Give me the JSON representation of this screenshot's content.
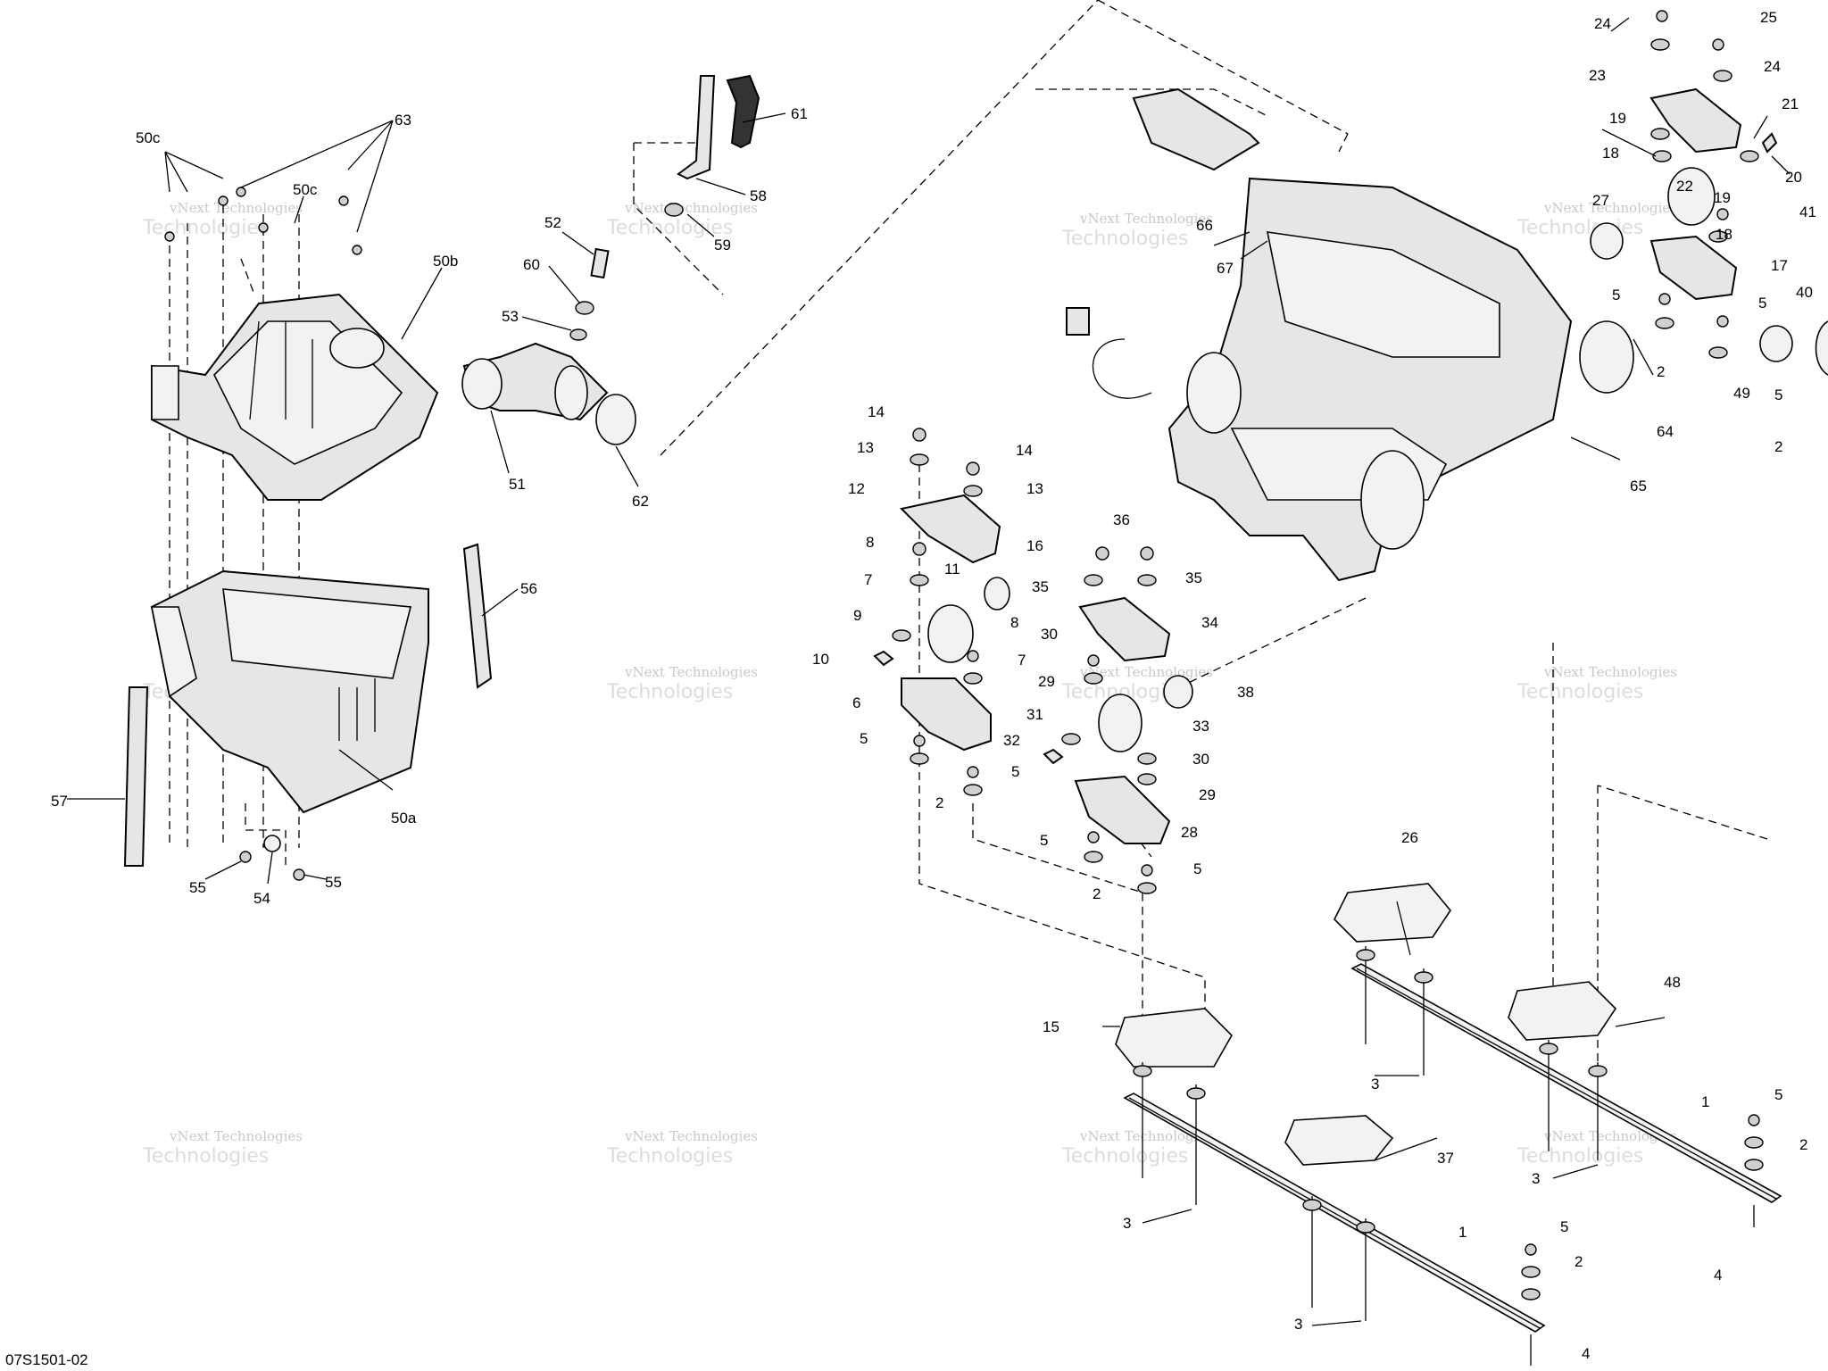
{
  "document_id": "07S1501-02",
  "watermark": {
    "line1": "vNext Technologies",
    "line2": "Technologies"
  },
  "callouts": [
    {
      "id": "50c_a",
      "text": "50c"
    },
    {
      "id": "63",
      "text": "63"
    },
    {
      "id": "50c_b",
      "text": "50c"
    },
    {
      "id": "50b",
      "text": "50b"
    },
    {
      "id": "61",
      "text": "61"
    },
    {
      "id": "58",
      "text": "58"
    },
    {
      "id": "59",
      "text": "59"
    },
    {
      "id": "52",
      "text": "52"
    },
    {
      "id": "60",
      "text": "60"
    },
    {
      "id": "53",
      "text": "53"
    },
    {
      "id": "51",
      "text": "51"
    },
    {
      "id": "62",
      "text": "62"
    },
    {
      "id": "56",
      "text": "56"
    },
    {
      "id": "57",
      "text": "57"
    },
    {
      "id": "50a",
      "text": "50a"
    },
    {
      "id": "55_a",
      "text": "55"
    },
    {
      "id": "54",
      "text": "54"
    },
    {
      "id": "55_b",
      "text": "55"
    },
    {
      "id": "14_a",
      "text": "14"
    },
    {
      "id": "13_a",
      "text": "13"
    },
    {
      "id": "14_b",
      "text": "14"
    },
    {
      "id": "13_b",
      "text": "13"
    },
    {
      "id": "12",
      "text": "12"
    },
    {
      "id": "16",
      "text": "16"
    },
    {
      "id": "8_a",
      "text": "8"
    },
    {
      "id": "11",
      "text": "11"
    },
    {
      "id": "7_a",
      "text": "7"
    },
    {
      "id": "9",
      "text": "9"
    },
    {
      "id": "8_b",
      "text": "8"
    },
    {
      "id": "10",
      "text": "10"
    },
    {
      "id": "7_b",
      "text": "7"
    },
    {
      "id": "6",
      "text": "6"
    },
    {
      "id": "5_a",
      "text": "5"
    },
    {
      "id": "5_b",
      "text": "5"
    },
    {
      "id": "2_a",
      "text": "2"
    },
    {
      "id": "36",
      "text": "36"
    },
    {
      "id": "35_a",
      "text": "35"
    },
    {
      "id": "35_b",
      "text": "35"
    },
    {
      "id": "34",
      "text": "34"
    },
    {
      "id": "30_a",
      "text": "30"
    },
    {
      "id": "29_a",
      "text": "29"
    },
    {
      "id": "38",
      "text": "38"
    },
    {
      "id": "31",
      "text": "31"
    },
    {
      "id": "33",
      "text": "33"
    },
    {
      "id": "32",
      "text": "32"
    },
    {
      "id": "30_b",
      "text": "30"
    },
    {
      "id": "29_b",
      "text": "29"
    },
    {
      "id": "28",
      "text": "28"
    },
    {
      "id": "5_c",
      "text": "5"
    },
    {
      "id": "5_d",
      "text": "5"
    },
    {
      "id": "2_b",
      "text": "2"
    },
    {
      "id": "66",
      "text": "66"
    },
    {
      "id": "67",
      "text": "67"
    },
    {
      "id": "64",
      "text": "64"
    },
    {
      "id": "65",
      "text": "65"
    },
    {
      "id": "25",
      "text": "25"
    },
    {
      "id": "24_a",
      "text": "24"
    },
    {
      "id": "24_b",
      "text": "24"
    },
    {
      "id": "23",
      "text": "23"
    },
    {
      "id": "21",
      "text": "21"
    },
    {
      "id": "19_a",
      "text": "19"
    },
    {
      "id": "18_a",
      "text": "18"
    },
    {
      "id": "20",
      "text": "20"
    },
    {
      "id": "22",
      "text": "22"
    },
    {
      "id": "27",
      "text": "27"
    },
    {
      "id": "19_b",
      "text": "19"
    },
    {
      "id": "41",
      "text": "41"
    },
    {
      "id": "18_b",
      "text": "18"
    },
    {
      "id": "17",
      "text": "17"
    },
    {
      "id": "5_e",
      "text": "5"
    },
    {
      "id": "5_f",
      "text": "5"
    },
    {
      "id": "40",
      "text": "40"
    },
    {
      "id": "2_c",
      "text": "2"
    },
    {
      "id": "49",
      "text": "49"
    },
    {
      "id": "5_g",
      "text": "5"
    },
    {
      "id": "2_d",
      "text": "2"
    },
    {
      "id": "26",
      "text": "26"
    },
    {
      "id": "48",
      "text": "48"
    },
    {
      "id": "15",
      "text": "15"
    },
    {
      "id": "3_a",
      "text": "3"
    },
    {
      "id": "1_a",
      "text": "1"
    },
    {
      "id": "5_h",
      "text": "5"
    },
    {
      "id": "2_e",
      "text": "2"
    },
    {
      "id": "37",
      "text": "37"
    },
    {
      "id": "3_b",
      "text": "3"
    },
    {
      "id": "3_c",
      "text": "3"
    },
    {
      "id": "1_b",
      "text": "1"
    },
    {
      "id": "5_i",
      "text": "5"
    },
    {
      "id": "2_f",
      "text": "2"
    },
    {
      "id": "3_d",
      "text": "3"
    },
    {
      "id": "4_a",
      "text": "4"
    },
    {
      "id": "4_b",
      "text": "4"
    }
  ]
}
